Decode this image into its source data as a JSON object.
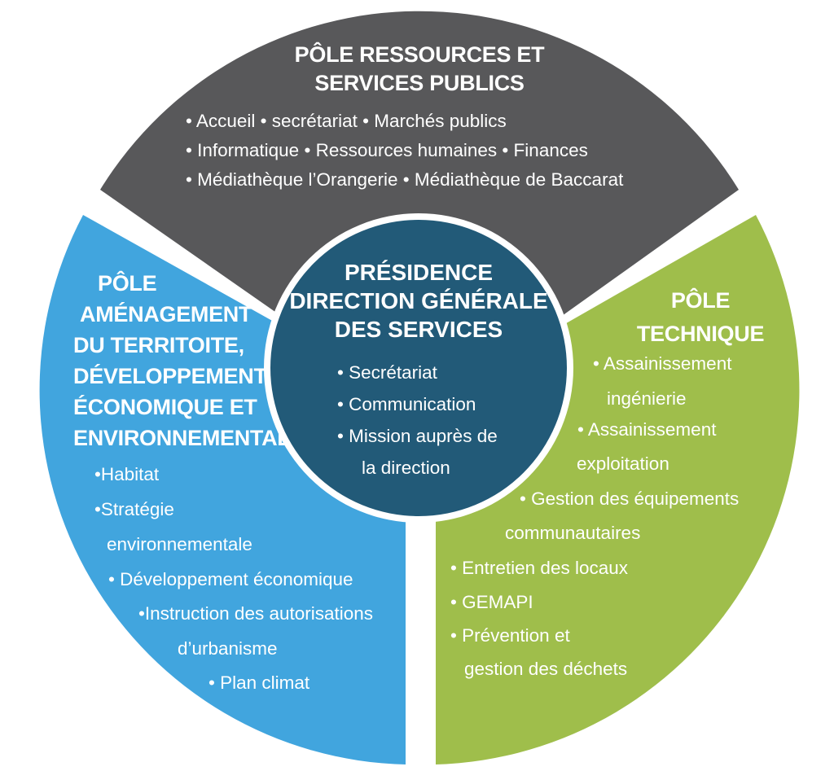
{
  "colors": {
    "top_segment": "#58585a",
    "left_segment": "#41a5de",
    "right_segment": "#9fbe4b",
    "center_circle": "#225a78",
    "text": "#ffffff"
  },
  "top": {
    "title": [
      "PÔLE RESSOURCES ET",
      "SERVICES PUBLICS"
    ],
    "lines": [
      "• Accueil • secrétariat • Marchés publics",
      "• Informatique • Ressources humaines • Finances",
      "• Médiathèque l’Orangerie • Médiathèque de Baccarat"
    ]
  },
  "center": {
    "title": [
      "PRÉSIDENCE",
      "DIRECTION GÉNÉRALE",
      "DES SERVICES"
    ],
    "items": [
      "• Secrétariat",
      "• Communication",
      "• Mission auprès de",
      "la direction"
    ]
  },
  "left": {
    "title": [
      "PÔLE",
      "AMÉNAGEMENT",
      "DU TERRITOITE,",
      "DÉVELOPPEMENT",
      "ÉCONOMIQUE ET",
      "ENVIRONNEMENTAL"
    ],
    "items": [
      "•Habitat",
      "•Stratégie",
      "environnementale",
      "• Développement économique",
      "•Instruction des autorisations",
      "d’urbanisme",
      "• Plan climat"
    ]
  },
  "right": {
    "title": [
      "PÔLE",
      "TECHNIQUE"
    ],
    "items": [
      "•  Assainissement",
      "ingénierie",
      "• Assainissement",
      "exploitation",
      "•  Gestion des équipements",
      "communautaires",
      "• Entretien des locaux",
      "• GEMAPI",
      "• Prévention et",
      "gestion des déchets"
    ]
  }
}
